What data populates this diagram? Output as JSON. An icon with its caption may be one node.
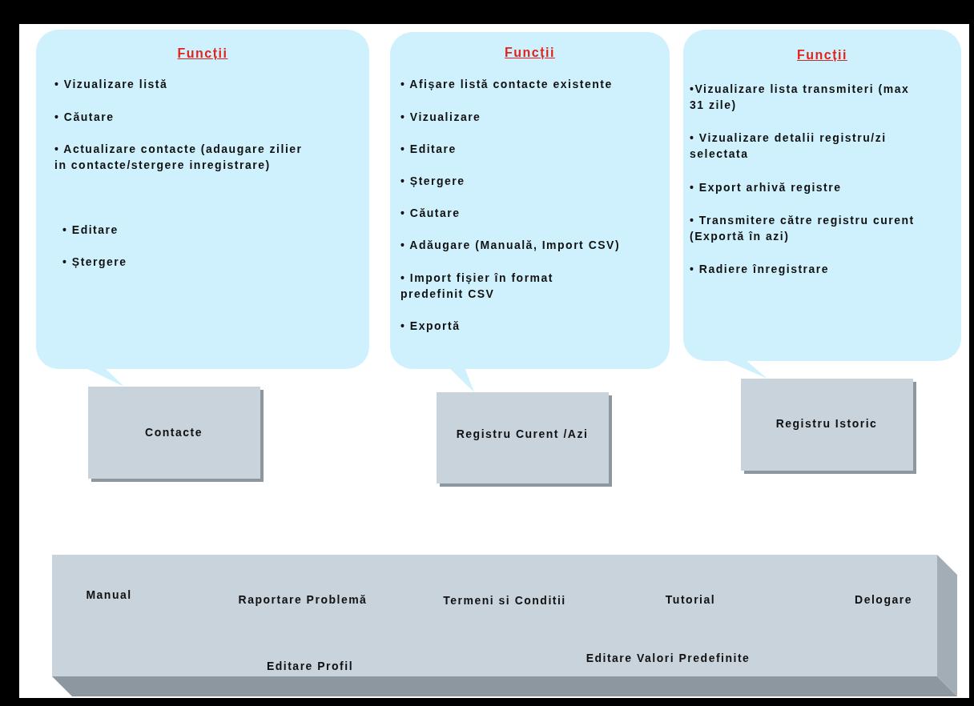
{
  "diagram": {
    "nodes": [
      {
        "text": [
          "Funcții",
          "• Vizualizare listă",
          "• Căutare",
          "• Actualizare contacte (adaugare zilier in contacte/stergere inregistrare)",
          "• Editare",
          "• Ștergere"
        ]
      },
      {
        "text": [
          "Funcții",
          "• Afișare listă contacte existente",
          "• Vizualizare",
          "• Editare",
          "• Ștergere",
          "• Căutare",
          "• Adăugare (Manuală, Import CSV)",
          "• Import fișier în format predefinit CSV",
          "• Exportă"
        ]
      },
      {
        "text": [
          "Funcții",
          "•Vizualizare lista transmiteri (max 31 zile)",
          "• Vizualizare detalii registru/zi selectata",
          "• Export arhivă registre",
          "• Transmitere către registru curent (Exportă în azi)",
          "• Radiere înregistrare"
        ]
      },
      {
        "text": [
          "Contacte"
        ]
      },
      {
        "text": [
          "Registru Curent /Azi"
        ]
      },
      {
        "text": [
          "Registru Istoric"
        ]
      },
      {
        "text": [
          "Manual",
          "Raportare Problemă",
          "Termeni si Conditii",
          "Tutorial",
          "Delogare",
          "Editare Profil",
          "Editare Valori Predefinite"
        ]
      }
    ],
    "edges": [
      {
        "from": 0,
        "to": 3,
        "arrow": "to"
      },
      {
        "from": 1,
        "to": 4,
        "arrow": "to"
      },
      {
        "from": 2,
        "to": 5,
        "arrow": "to"
      }
    ]
  }
}
